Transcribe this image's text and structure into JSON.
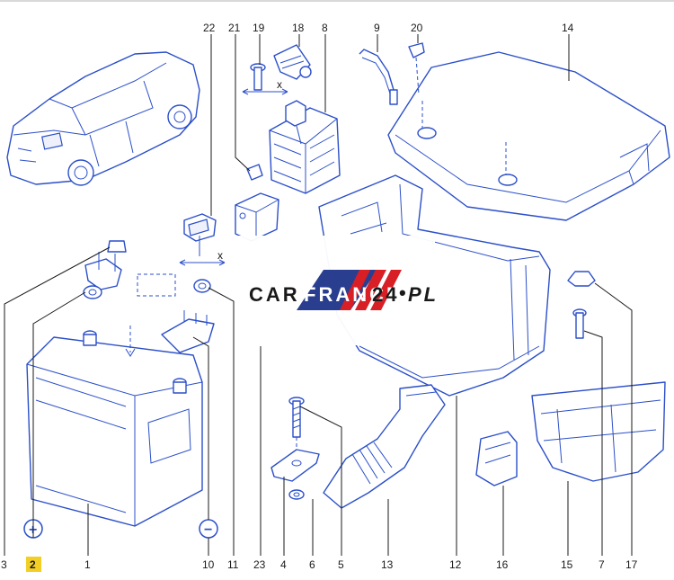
{
  "callouts": [
    "22",
    "21",
    "19",
    "18",
    "8",
    "9",
    "20",
    "14",
    "3",
    "2",
    "1",
    "10",
    "11",
    "23",
    "4",
    "6",
    "5",
    "13",
    "12",
    "16",
    "15",
    "7",
    "17"
  ],
  "terminals": {
    "positive": "+",
    "negative": "−"
  },
  "axis_marker": "x",
  "watermark": {
    "brand_left": "CAR",
    "brand_mid": "FRANCE",
    "brand_num": "24",
    "brand_dot": "•",
    "brand_tld": "PL"
  },
  "colors": {
    "line": "#2b4fc9",
    "text": "#1a1a1a",
    "highlight": "#f3cf26",
    "watermark_red": "#d81f26",
    "watermark_blue": "#2a3e8f"
  }
}
